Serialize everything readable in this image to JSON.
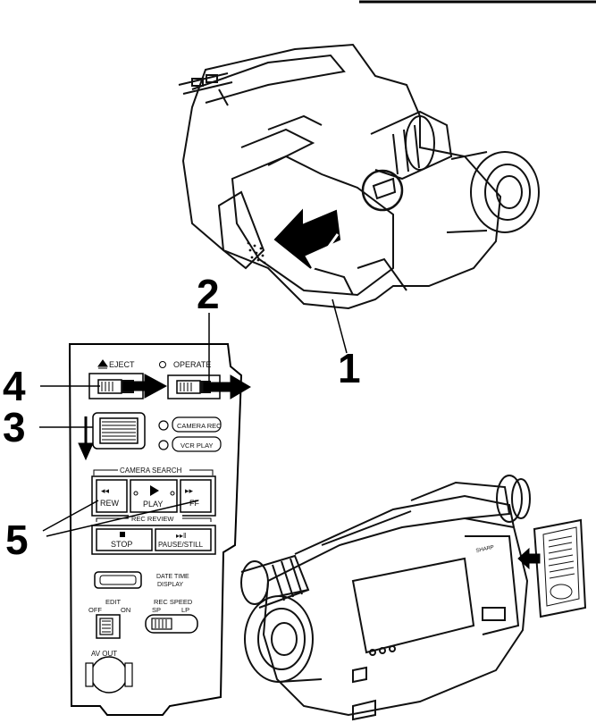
{
  "callouts": {
    "c1": "1",
    "c2": "2",
    "c3": "3",
    "c4": "4",
    "c5": "5"
  },
  "panel": {
    "eject": "EJECT",
    "operate": "OPERATE",
    "camera_rec": "CAMERA REC",
    "vcr_play": "VCR PLAY",
    "camera_search": "CAMERA SEARCH",
    "rew": "REW",
    "play": "PLAY",
    "ff": "FF",
    "rec_review": "REC REVIEW",
    "stop": "STOP",
    "pause_still": "PAUSE/STILL",
    "date_time": "DATE TIME",
    "display": "DISPLAY",
    "edit": "EDIT",
    "off": "OFF",
    "on": "ON",
    "rec_speed": "REC SPEED",
    "sp": "SP",
    "lp": "LP",
    "av_out": "AV OUT"
  },
  "camera": {
    "brand": "SHARP"
  }
}
